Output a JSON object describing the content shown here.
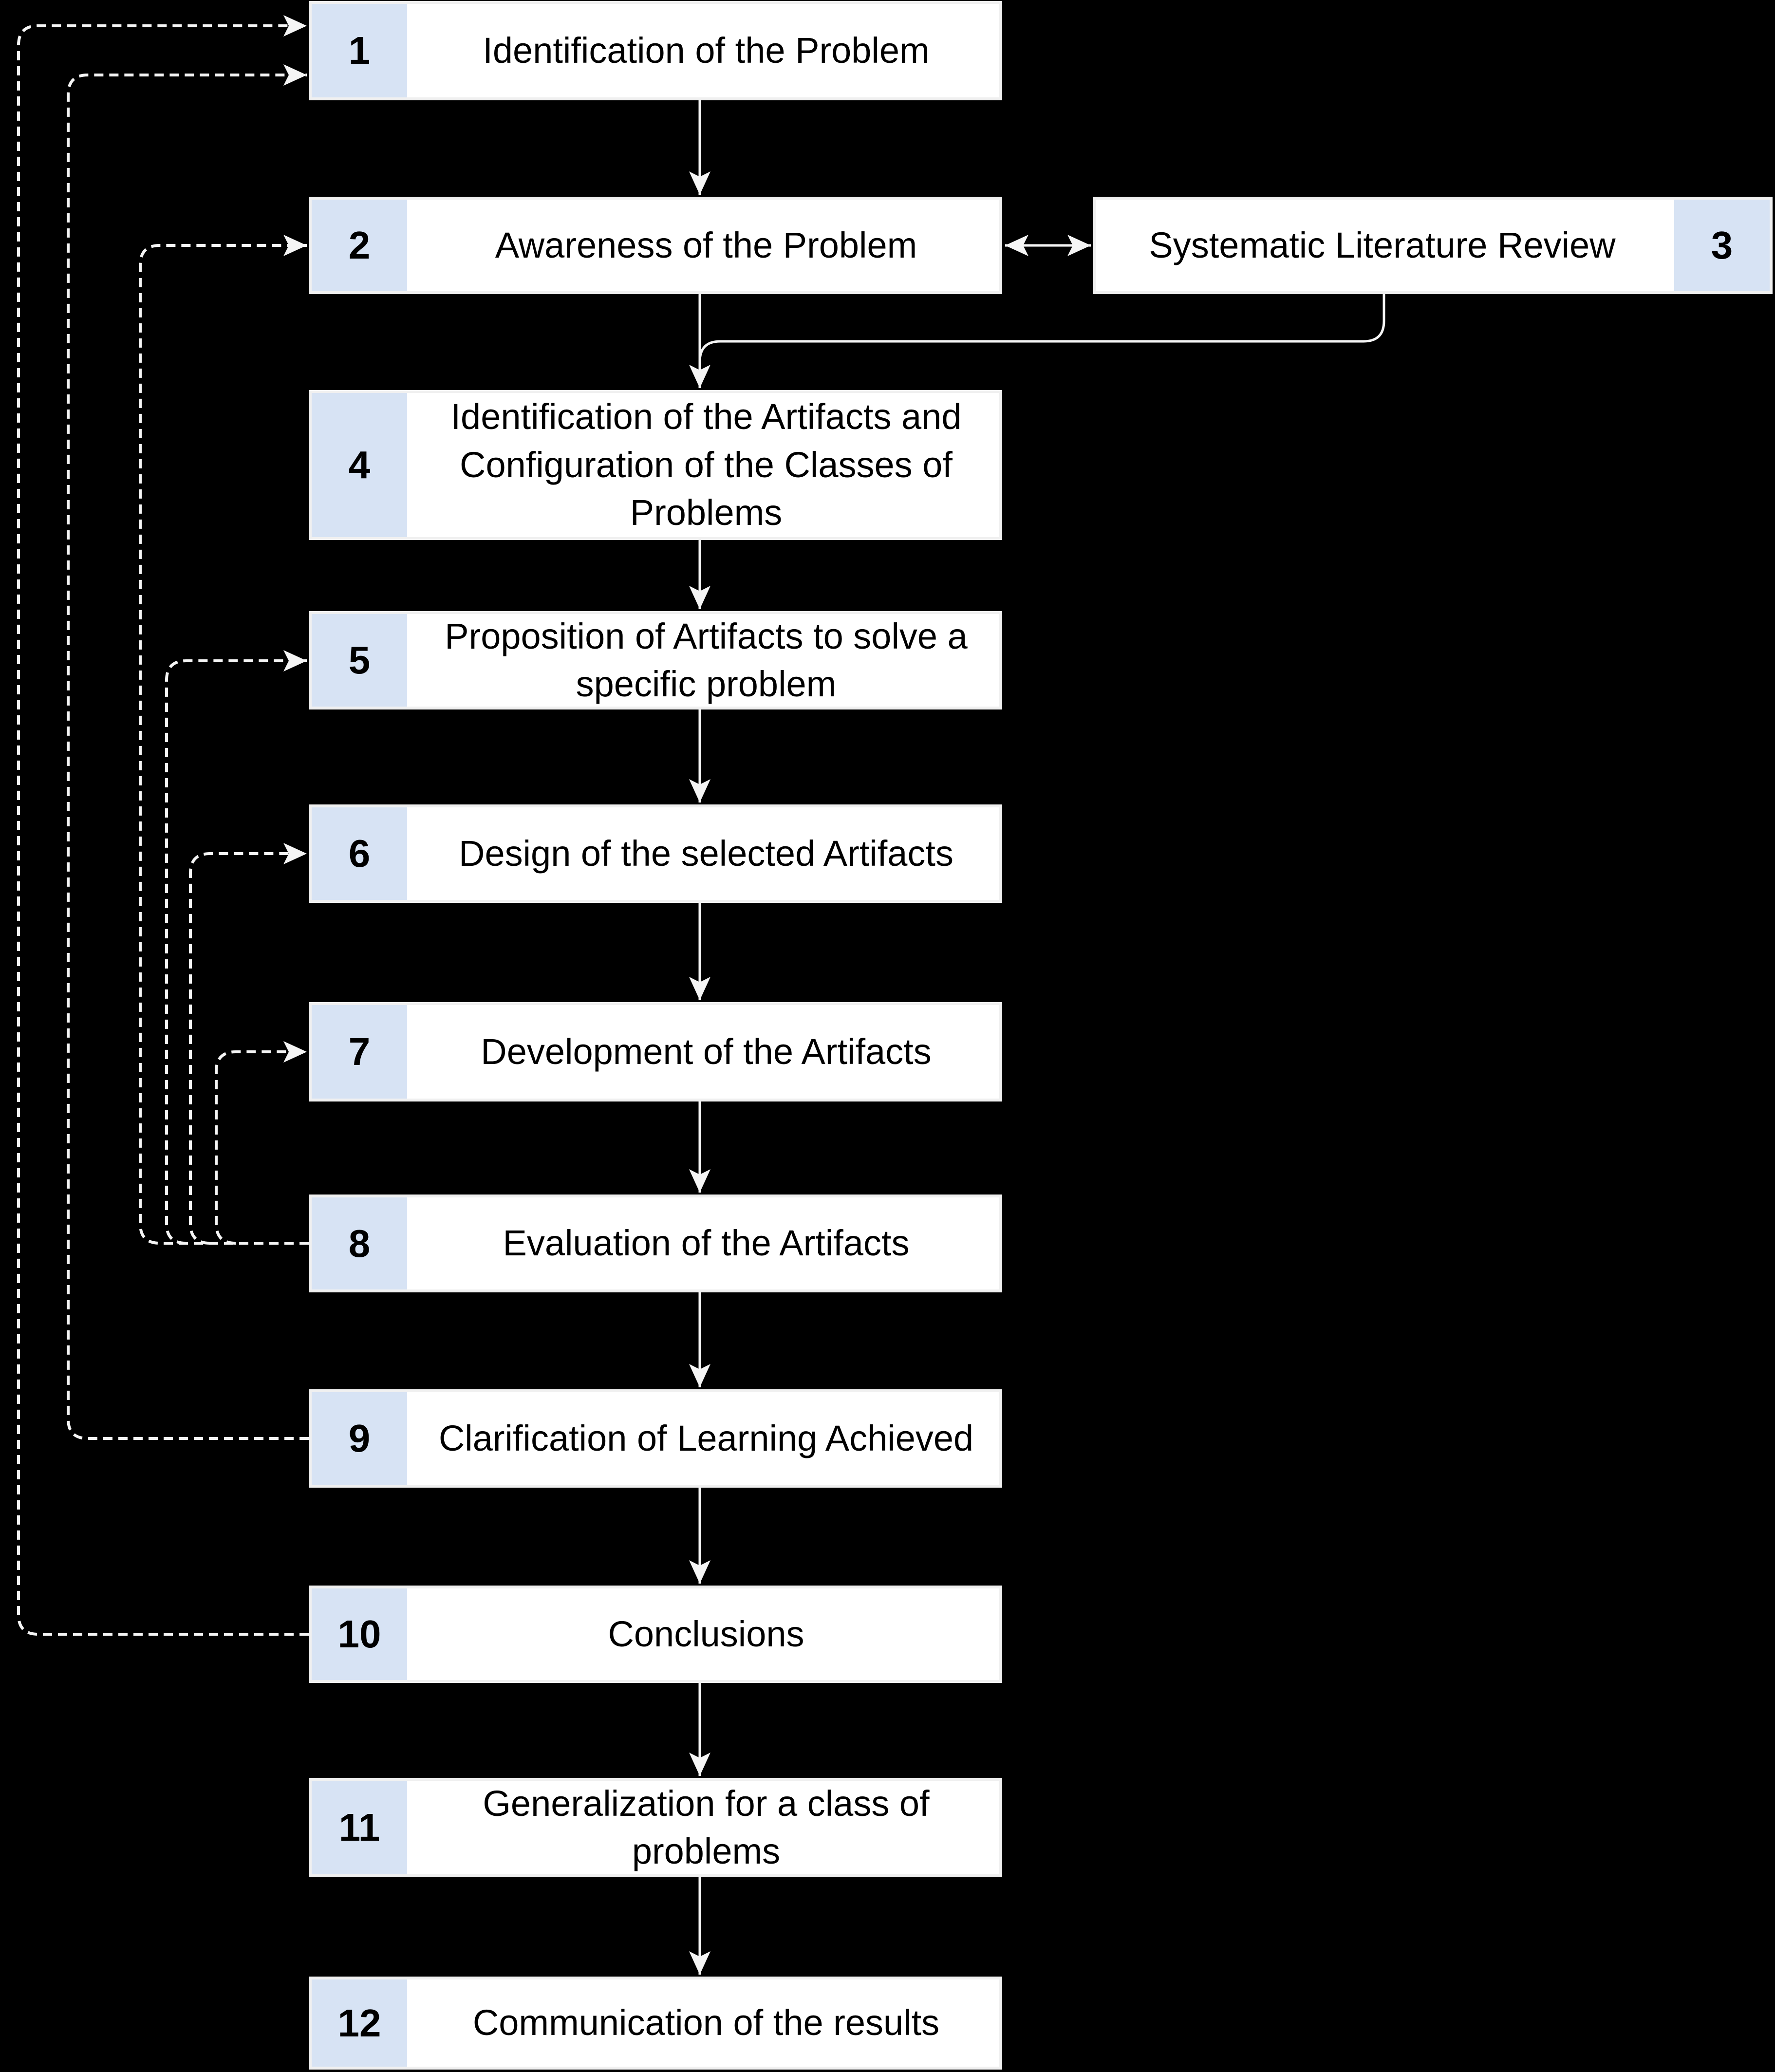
{
  "diagram": {
    "background_color": "#000000",
    "node_fill": "#ffffff",
    "node_border_color": "#f0f0f0",
    "badge_fill": "#d7e3f4",
    "line_color": "#f5f5f5",
    "text_color": "#000000",
    "nodes": [
      {
        "number": "1",
        "label": "Identification of the Problem"
      },
      {
        "number": "2",
        "label": "Awareness of the Problem"
      },
      {
        "number": "3",
        "label": "Systematic Literature Review"
      },
      {
        "number": "4",
        "label": "Identification of the Artifacts and Configuration of the Classes of Problems"
      },
      {
        "number": "5",
        "label": "Proposition of Artifacts to solve a specific problem"
      },
      {
        "number": "6",
        "label": "Design of the selected Artifacts"
      },
      {
        "number": "7",
        "label": "Development of the Artifacts"
      },
      {
        "number": "8",
        "label": "Evaluation of the Artifacts"
      },
      {
        "number": "9",
        "label": "Clarification of Learning Achieved"
      },
      {
        "number": "10",
        "label": "Conclusions"
      },
      {
        "number": "11",
        "label": "Generalization for a class of problems"
      },
      {
        "number": "12",
        "label": "Communication of the results"
      }
    ],
    "connections": {
      "solid_flow": [
        "1→2",
        "2→4",
        "4→5",
        "5→6",
        "6→7",
        "7→8",
        "8→9",
        "9→10",
        "10→11",
        "11→12"
      ],
      "bidirectional": [
        "2↔3"
      ],
      "merge_into_flow": [
        "3→4"
      ],
      "dashed_feedback": [
        "8→2",
        "8→5",
        "8→6",
        "8→7",
        "9→1",
        "10→1"
      ]
    }
  }
}
